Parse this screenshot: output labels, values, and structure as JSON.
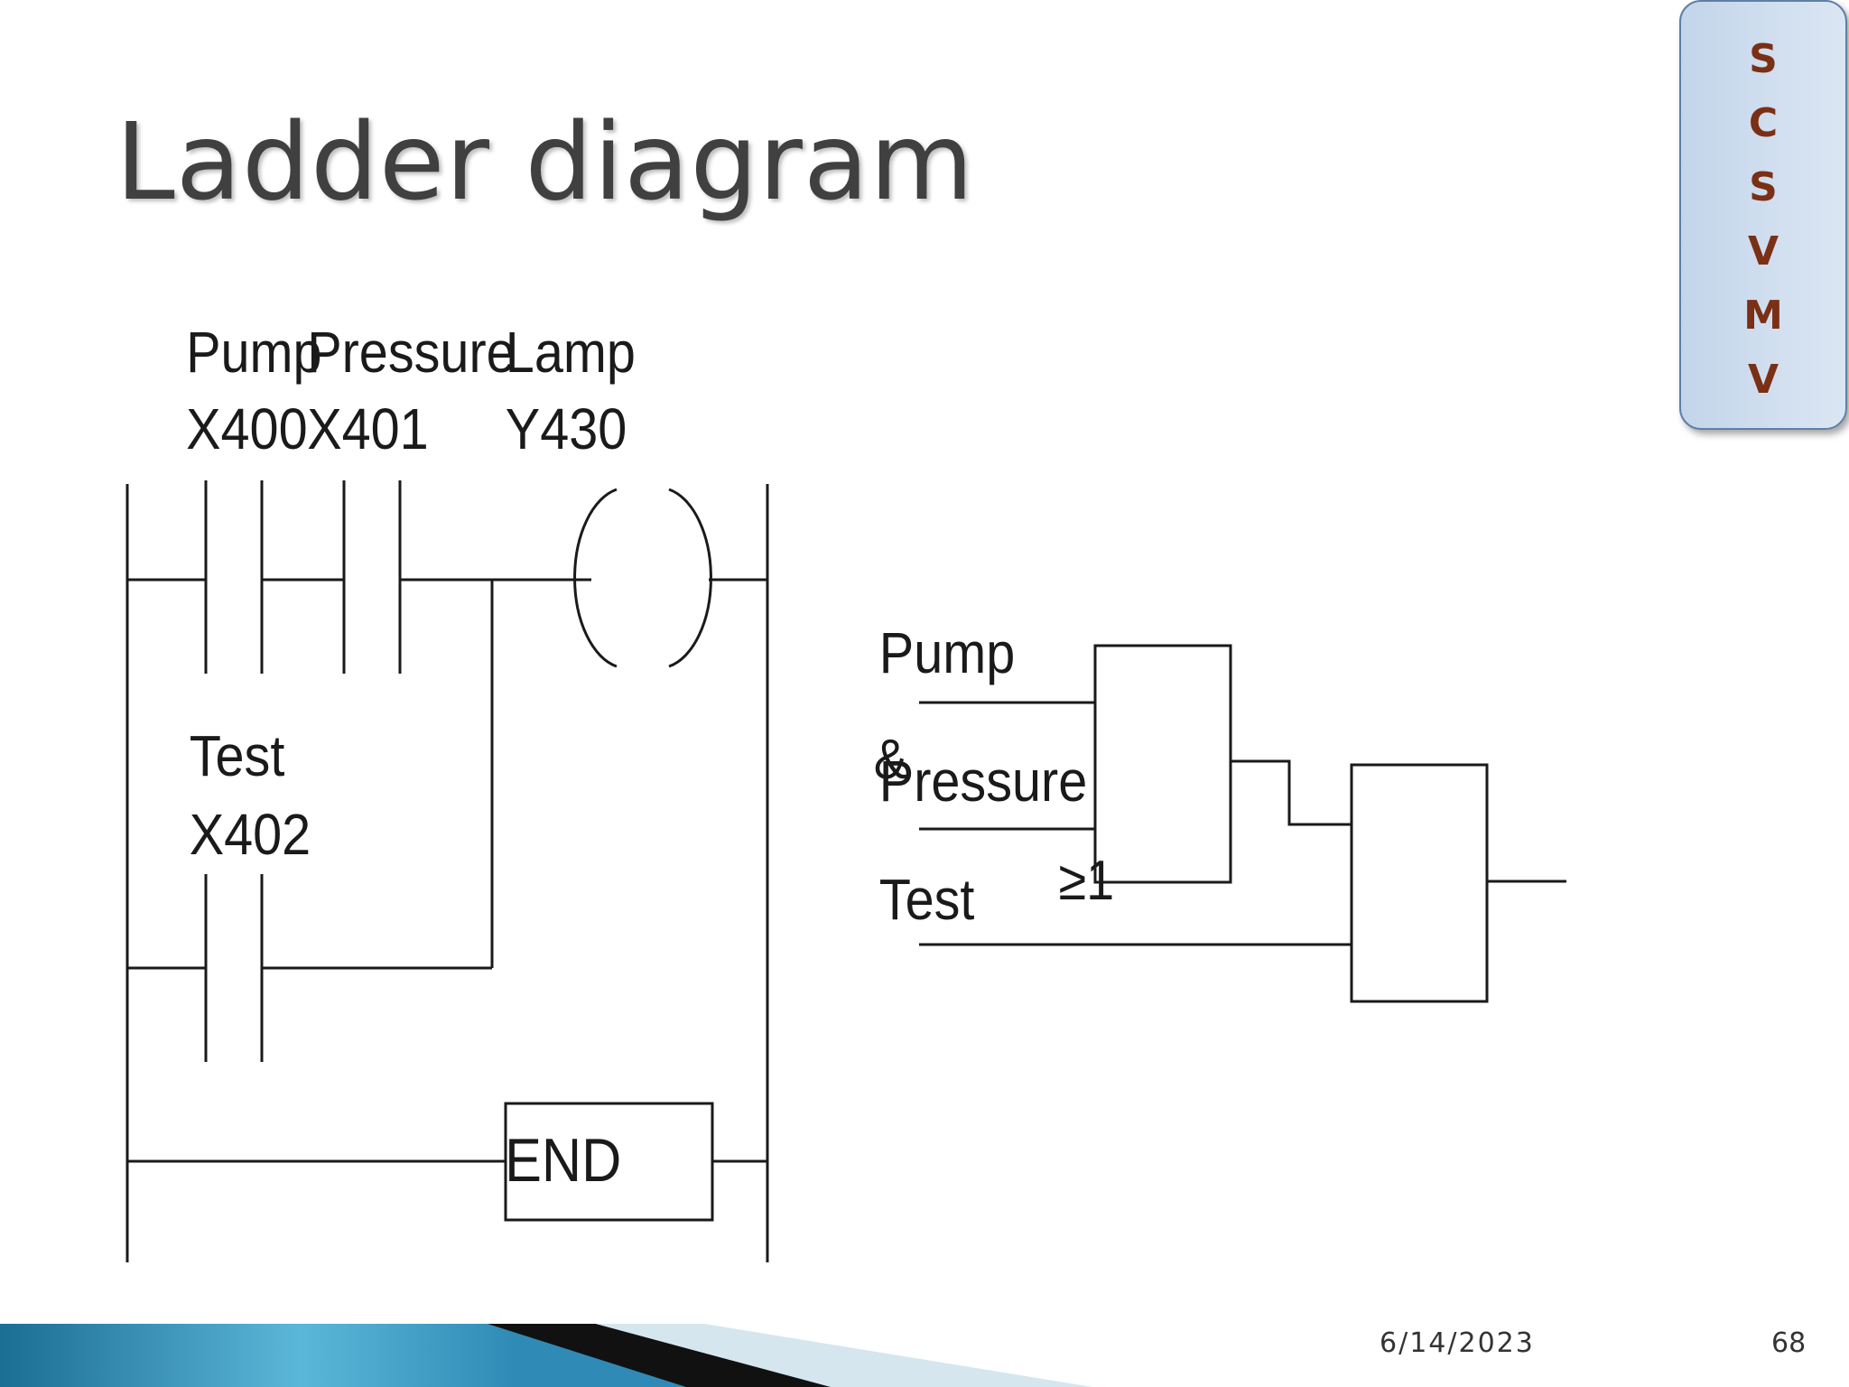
{
  "slide": {
    "title": "Ladder diagram",
    "side_tab_letters": [
      "S",
      "C",
      "S",
      "V",
      "M",
      "V"
    ],
    "date": "6/14/2023",
    "page_number": "68"
  },
  "ladder": {
    "contact_pump_name": "Pump",
    "contact_pump_address": "X400",
    "contact_pressure_name": "Pressure",
    "contact_pressure_address": "X401",
    "coil_lamp_name": "Lamp",
    "coil_lamp_address": "Y430",
    "contact_test_name": "Test",
    "contact_test_address": "X402",
    "end_label": "END"
  },
  "logic": {
    "input_pump": "Pump",
    "input_pressure": "Pressure",
    "input_test": "Test",
    "and_gate_symbol": "&",
    "or_gate_symbol": "≥1"
  },
  "colors": {
    "line": "#1a1a1a",
    "title_text": "#404040",
    "side_tab_letters": "#7b2f14",
    "side_tab_fill": "#cfdcee"
  }
}
